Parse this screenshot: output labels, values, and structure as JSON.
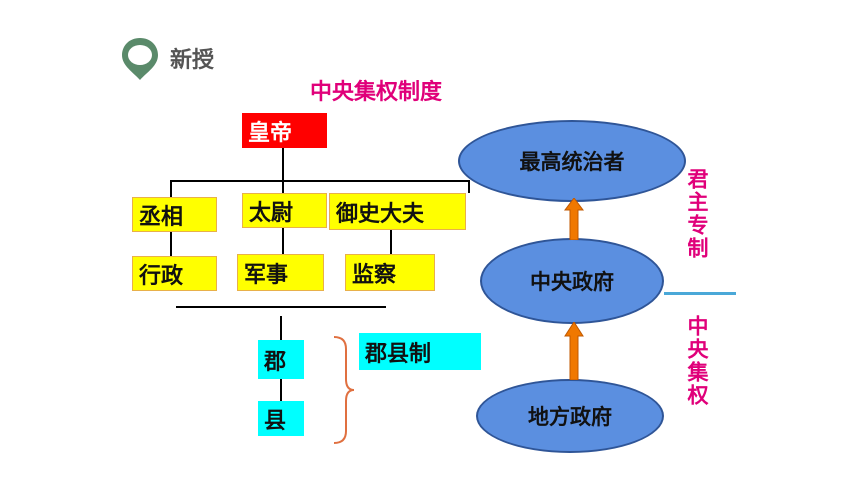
{
  "header": {
    "label": "新授",
    "colors": {
      "icon": "#5a8a6a"
    }
  },
  "diagram": {
    "title": "中央集权制度",
    "emperor": "皇帝",
    "ministers": [
      {
        "name": "丞相",
        "duty": "行政"
      },
      {
        "name": "太尉",
        "duty": "军事"
      },
      {
        "name": "御史大夫",
        "duty": "监察"
      }
    ],
    "local": {
      "commandery": "郡",
      "county": "县",
      "system": "郡县制"
    },
    "hierarchy": {
      "top": "最高统治者",
      "middle": "中央政府",
      "bottom": "地方政府"
    },
    "side_labels": {
      "upper": "君主专制",
      "lower": "中央集权"
    },
    "colors": {
      "title": "#e0007a",
      "emperor": "#ff0000",
      "minister": "#ffff00",
      "local": "#00ffff",
      "ellipse": "#5b8fe0",
      "arrow": "#f07800",
      "divider": "#4aa8d8"
    }
  }
}
